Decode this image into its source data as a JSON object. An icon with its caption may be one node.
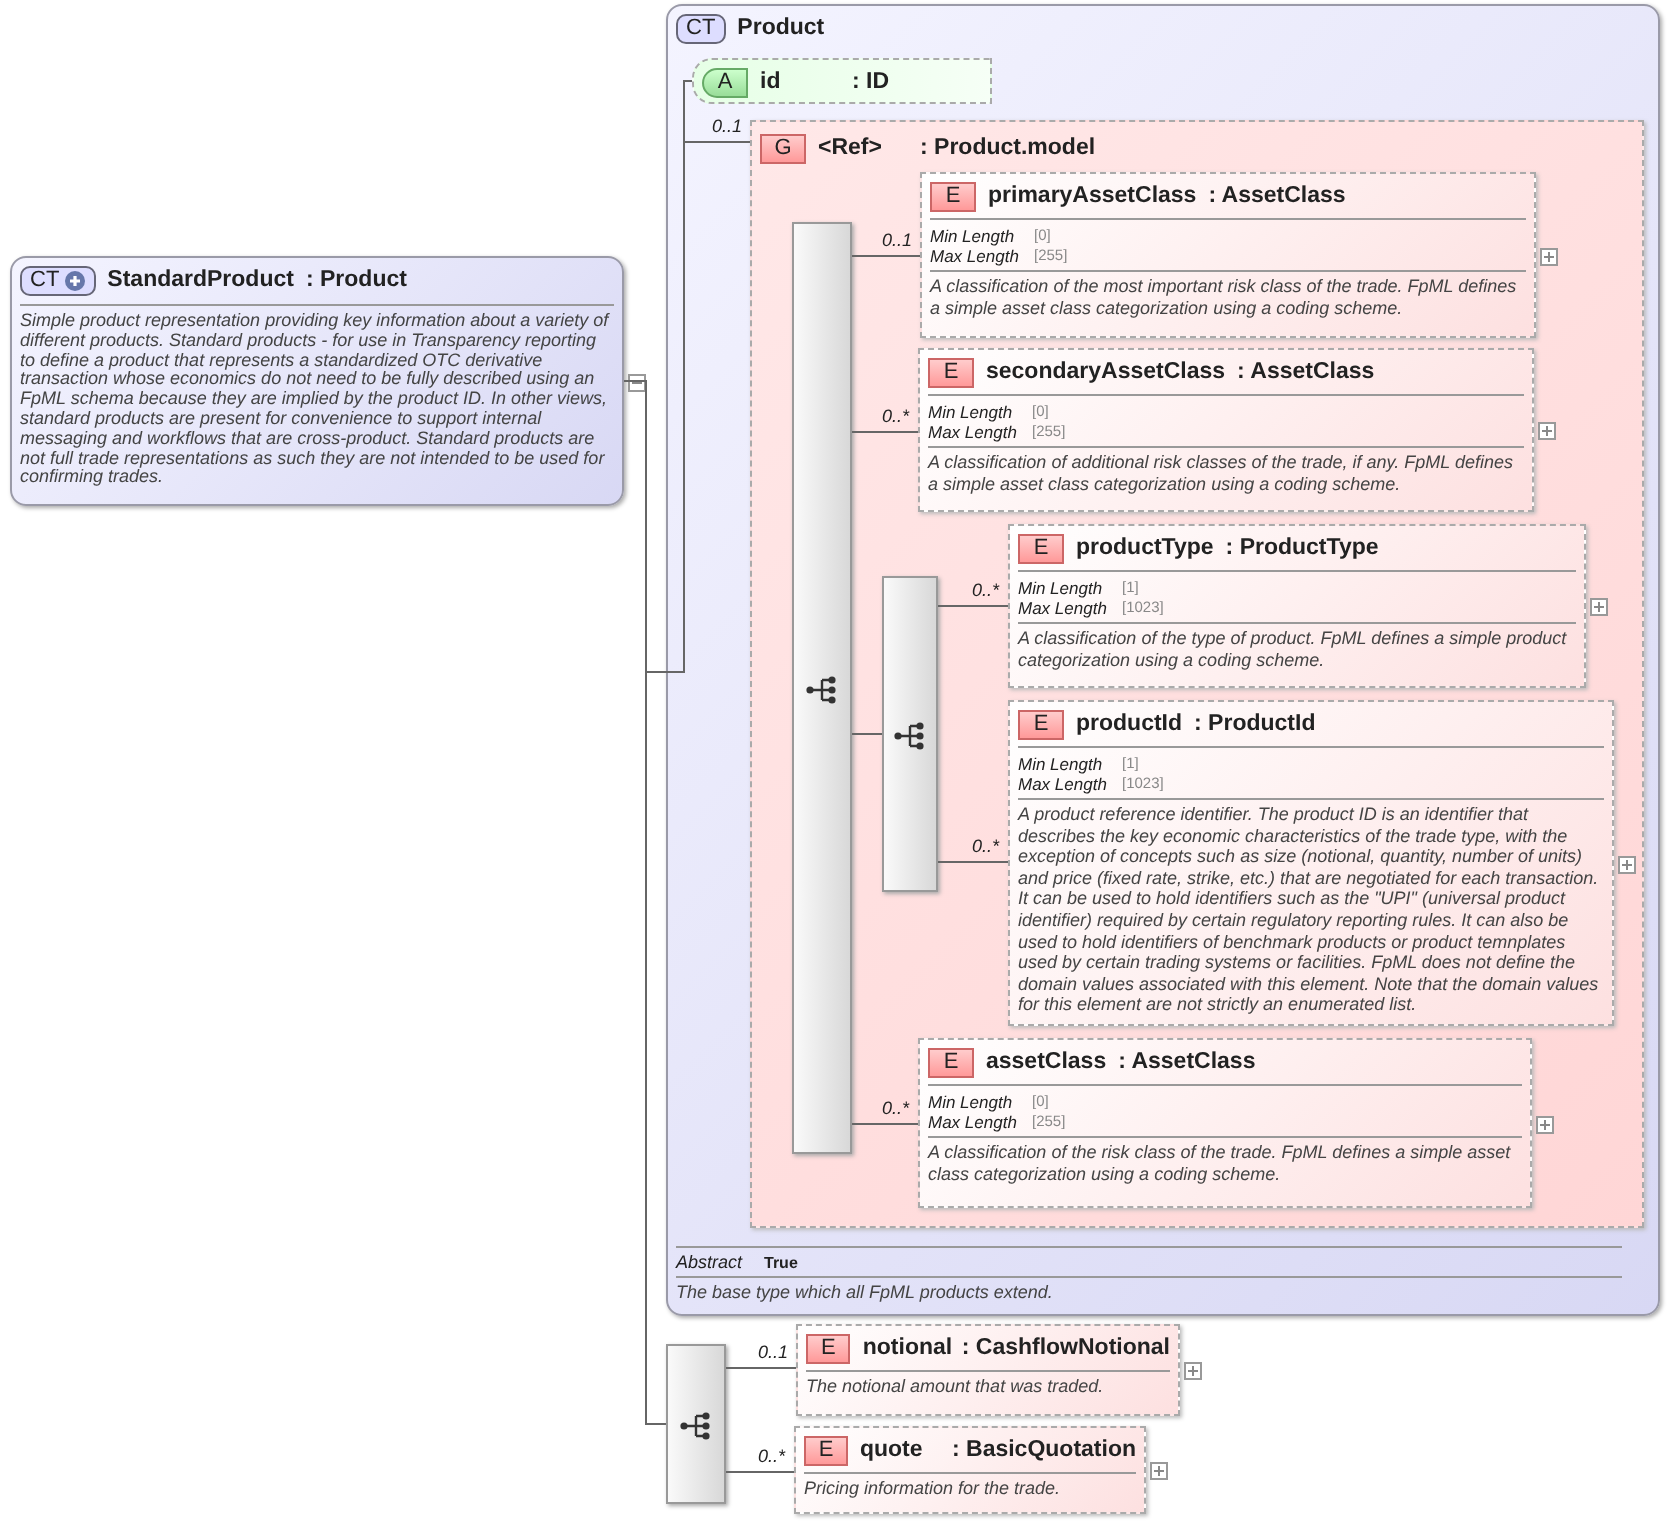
{
  "diagram": {
    "nodes": [
      {
        "text": [
          "CT",
          "StandardProduct",
          ": Product",
          "Simple product representation providing key information about a variety of different products. Standard products - for use in Transparency reporting to define a product that represents a standardized OTC derivative transaction whose economics do not need to be fully described using an FpML schema because they are implied by the product ID. In other views, standard products are present for convenience to support internal messaging and workflows that are cross-product. Standard products are not full trade representations as such they are not intended to be used for confirming trades."
        ]
      },
      {
        "text": [
          "CT",
          "Product",
          "Abstract",
          "True",
          "The base type which all FpML products extend."
        ]
      },
      {
        "text": [
          "A",
          "id",
          ": ID"
        ],
        "in": 1
      },
      {
        "text": [
          "G",
          "<Ref>",
          ": Product.model"
        ],
        "in": 1
      },
      {
        "text": [],
        "shape": "bar",
        "in": 3
      },
      {
        "text": [
          "E",
          "primaryAssetClass",
          ": AssetClass",
          "Min Length",
          "[0]",
          "Max Length",
          "[255]",
          "A classification of the most important risk class of the trade. FpML defines a simple asset class categorization using a coding scheme."
        ],
        "in": 3
      },
      {
        "text": [
          "E",
          "secondaryAssetClass",
          ": AssetClass",
          "Min Length",
          "[0]",
          "Max Length",
          "[255]",
          "A classification of additional risk classes of the trade, if any. FpML defines a simple asset class categorization using a coding scheme."
        ],
        "in": 3
      },
      {
        "text": [],
        "shape": "bar",
        "in": 3
      },
      {
        "text": [
          "E",
          "productType",
          ": ProductType",
          "Min Length",
          "[1]",
          "Max Length",
          "[1023]",
          "A classification of the type of product. FpML defines a simple product categorization using a coding scheme."
        ],
        "in": 3
      },
      {
        "text": [
          "E",
          "productId",
          ": ProductId",
          "Min Length",
          "[1]",
          "Max Length",
          "[1023]",
          "A product reference identifier. The product ID is an identifier that describes the key economic characteristics of the trade type, with the exception of concepts such as size (notional, quantity, number of units) and price (fixed rate, strike, etc.) that are negotiated for each transaction. It can be used to hold identifiers such as the \"UPI\" (universal product identifier) required by certain regulatory reporting rules. It can also be used to hold identifiers of benchmark products or product temnplates used by certain trading systems or facilities. FpML does not define the domain values associated with this element. Note that the domain values for this element are not strictly an enumerated list."
        ],
        "in": 3
      },
      {
        "text": [
          "E",
          "assetClass",
          ": AssetClass",
          "Min Length",
          "[0]",
          "Max Length",
          "[255]",
          "A classification of the risk class of the trade. FpML defines a simple asset class categorization using a coding scheme."
        ],
        "in": 3
      },
      {
        "text": [],
        "shape": "bar"
      },
      {
        "text": [
          "E",
          "notional",
          ": CashflowNotional",
          "The notional amount that was traded."
        ]
      },
      {
        "text": [
          "E",
          "quote",
          ": BasicQuotation",
          "Pricing information for the trade."
        ]
      }
    ],
    "edges": [
      {
        "from": 0,
        "to": 2,
        "arrow": "none"
      },
      {
        "from": 0,
        "to": 3,
        "arrow": "none",
        "label": "0..1"
      },
      {
        "from": 0,
        "to": 11,
        "arrow": "none"
      },
      {
        "from": 4,
        "to": 5,
        "arrow": "none",
        "label": "0..1"
      },
      {
        "from": 4,
        "to": 6,
        "arrow": "none",
        "label": "0..*"
      },
      {
        "from": 4,
        "to": 7,
        "arrow": "none"
      },
      {
        "from": 7,
        "to": 8,
        "arrow": "none",
        "label": "0..*"
      },
      {
        "from": 7,
        "to": 9,
        "arrow": "none",
        "label": "0..*"
      },
      {
        "from": 4,
        "to": 10,
        "arrow": "none",
        "label": "0..*"
      },
      {
        "from": 11,
        "to": 12,
        "arrow": "none",
        "label": "0..1"
      },
      {
        "from": 11,
        "to": 13,
        "arrow": "none",
        "label": "0..*"
      }
    ]
  }
}
